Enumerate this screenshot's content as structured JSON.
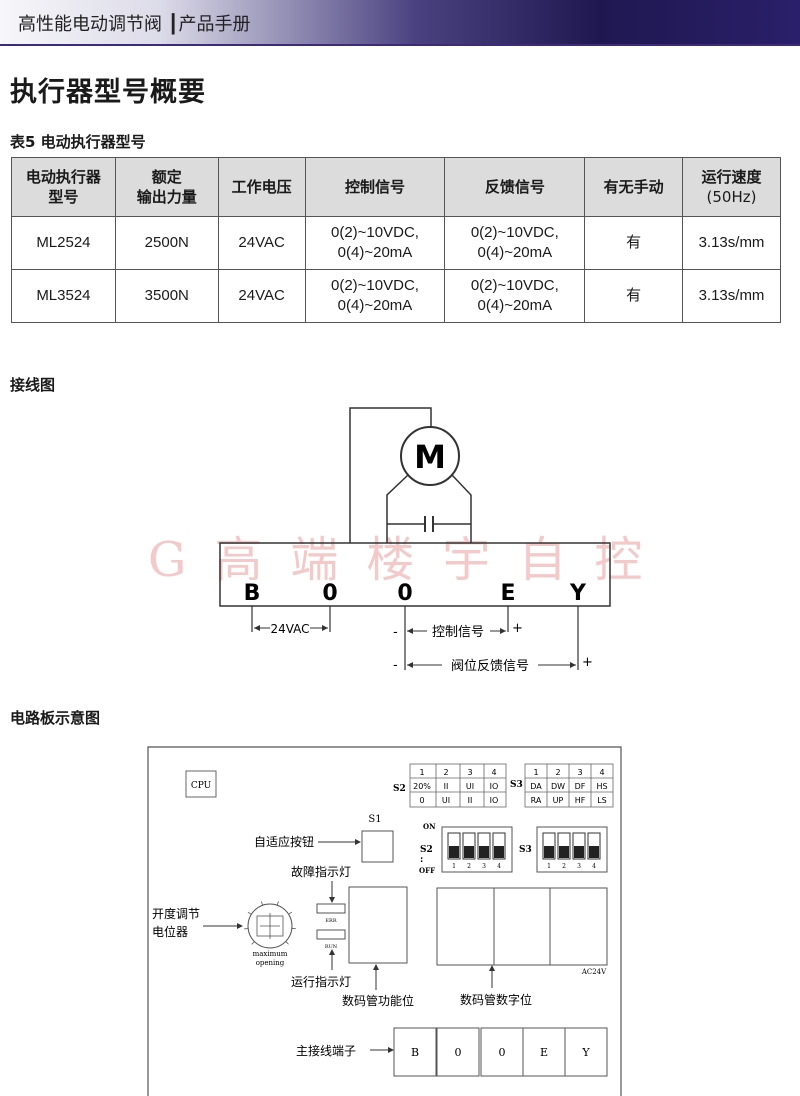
{
  "header": {
    "title": "高性能电动调节阀 ┃产品手册"
  },
  "page_title": "执行器型号概要",
  "table": {
    "caption": "表5 电动执行器型号",
    "headers": [
      [
        "电动执行器",
        "型号"
      ],
      [
        "额定",
        "输出力量"
      ],
      [
        "工作电压"
      ],
      [
        "控制信号"
      ],
      [
        "反馈信号"
      ],
      [
        "有无手动"
      ],
      [
        "运行速度",
        "(50Hz)"
      ]
    ],
    "rows": [
      {
        "model": "ML2524",
        "force": "2500N",
        "voltage": "24VAC",
        "ctrl1": "0(2)~10VDC,",
        "ctrl2": "0(4)~20mA",
        "fb1": "0(2)~10VDC,",
        "fb2": "0(4)~20mA",
        "manual": "有",
        "speed": "3.13s/mm"
      },
      {
        "model": "ML3524",
        "force": "3500N",
        "voltage": "24VAC",
        "ctrl1": "0(2)~10VDC,",
        "ctrl2": "0(4)~20mA",
        "fb1": "0(2)~10VDC,",
        "fb2": "0(4)~20mA",
        "manual": "有",
        "speed": "3.13s/mm"
      }
    ]
  },
  "wiring": {
    "title": "接线图",
    "motor": "M",
    "watermark": "G高端楼宇自控",
    "terminals": [
      "B",
      "0",
      "0",
      "E",
      "Y"
    ],
    "label_24vac": "24VAC",
    "label_control": "控制信号",
    "label_feedback": "阀位反馈信号",
    "minus": "-",
    "plus": "+"
  },
  "board": {
    "title": "电路板示意图",
    "cpu": "CPU",
    "s1": "S1",
    "s2": "S2",
    "s3": "S3",
    "s2_table": [
      [
        "1",
        "2",
        "3",
        "4"
      ],
      [
        "20%",
        "II",
        "UI",
        "IO"
      ],
      [
        "0",
        "UI",
        "II",
        "IO"
      ]
    ],
    "s3_table": [
      [
        "1",
        "2",
        "3",
        "4"
      ],
      [
        "DA",
        "DW",
        "DF",
        "HS"
      ],
      [
        "RA",
        "UP",
        "HF",
        "LS"
      ]
    ],
    "on": "ON",
    "off": "OFF",
    "switch_nums": [
      "1",
      "2",
      "3",
      "4"
    ],
    "label_adaptive": "自适应按钮",
    "label_fault": "故障指示灯",
    "label_pot_1": "开度调节",
    "label_pot_2": "电位器",
    "pot_text_1": "maximum",
    "pot_text_2": "opening",
    "err": "ERR",
    "run": "RUN",
    "label_run": "运行指示灯",
    "label_func": "数码管功能位",
    "label_digit": "数码管数字位",
    "ac24v": "AC24V",
    "label_main": "主接线端子",
    "terminals": [
      "B",
      "0",
      "0",
      "E",
      "Y"
    ]
  }
}
